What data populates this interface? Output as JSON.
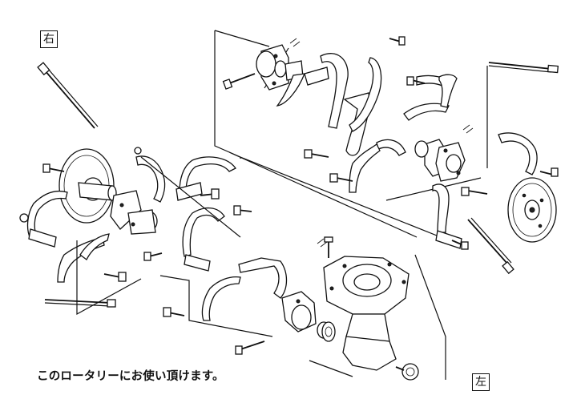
{
  "labels": {
    "right_side": "右",
    "left_side": "左"
  },
  "caption": "このロータリーにお使い頂けます。"
}
